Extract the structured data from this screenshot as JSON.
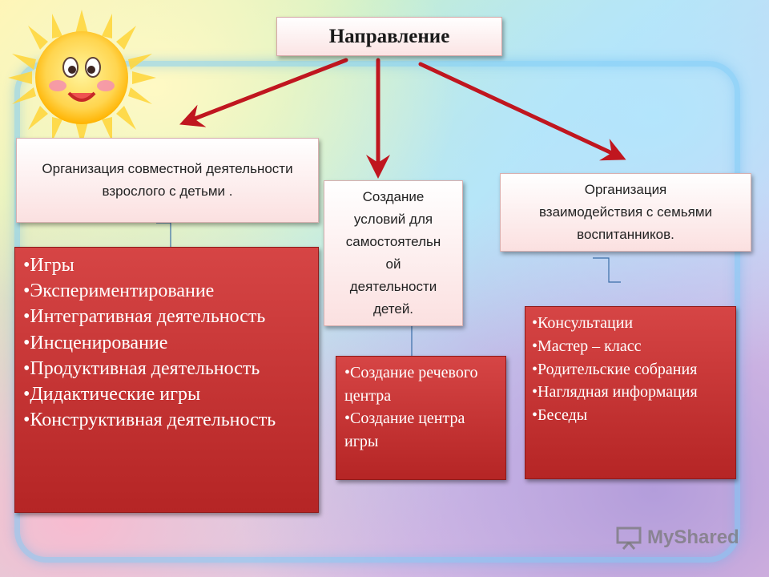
{
  "title": "Направление",
  "branches": [
    {
      "heading": "Организация совместной деятельности взрослого с детьми .",
      "items": [
        "•Игры",
        "•Экспериментирование",
        "•Интегративная деятельность",
        "•Инсценирование",
        "•Продуктивная деятельность",
        "•Дидактические игры",
        "•Конструктивная деятельность"
      ]
    },
    {
      "heading_lines": [
        "Создание",
        "условий для",
        "самостоятельн",
        "ой",
        "деятельности",
        "детей."
      ],
      "items": [
        "•Создание речевого центра",
        "•Создание центра игры"
      ]
    },
    {
      "heading_lines": [
        "Организация",
        "взаимодействия с семьями",
        "воспитанников."
      ],
      "items": [
        "•Консультации",
        "•Мастер – класс",
        "•Родительские собрания",
        "•Наглядная информация",
        "•Беседы"
      ]
    }
  ],
  "watermark": {
    "brand": "MyShared"
  },
  "colors": {
    "arrow": "#c0161f",
    "item_box": "#c83030",
    "frame": "#7ec8f2"
  }
}
